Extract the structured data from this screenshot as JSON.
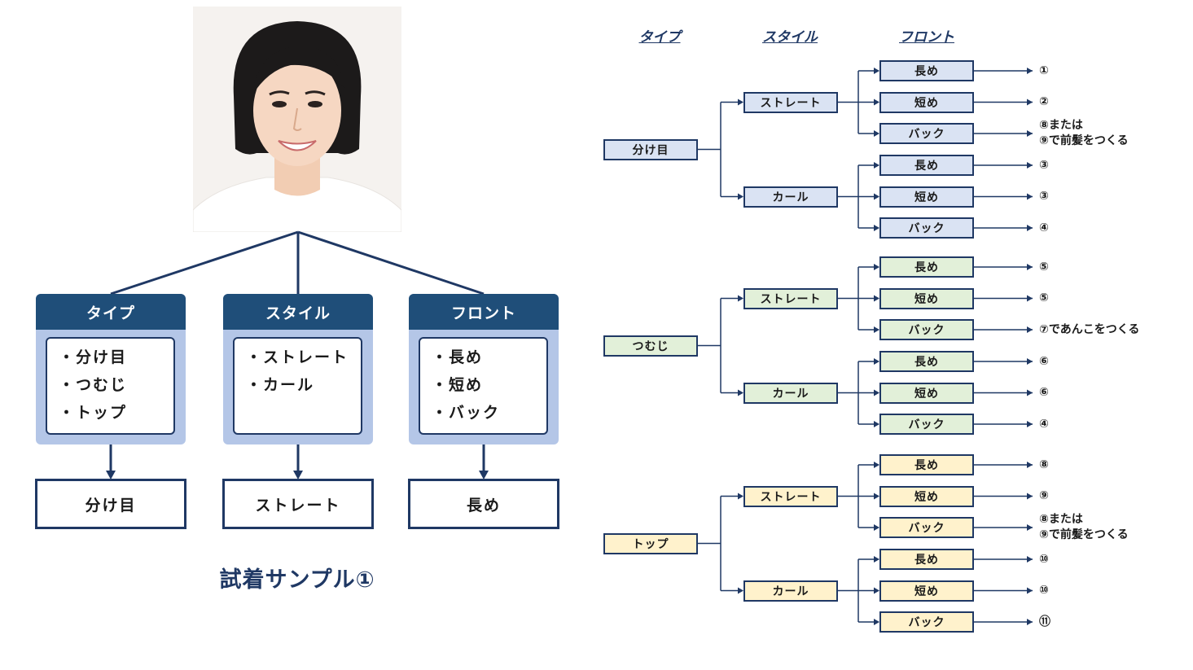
{
  "left_panel": {
    "categories": [
      {
        "title": "タイプ",
        "items": [
          "・分け目",
          "・つむじ",
          "・トップ"
        ]
      },
      {
        "title": "スタイル",
        "items": [
          "・ストレート",
          "・カール"
        ]
      },
      {
        "title": "フロント",
        "items": [
          "・長め",
          "・短め",
          "・バック"
        ]
      }
    ],
    "selections": [
      "分け目",
      "ストレート",
      "長め"
    ],
    "sample_title": "試着サンプル①"
  },
  "tree": {
    "headers": {
      "type": "タイプ",
      "style": "スタイル",
      "front": "フロント"
    },
    "groups": [
      {
        "type": "分け目",
        "color": "#dae3f3",
        "styles": [
          {
            "label": "ストレート",
            "fronts": [
              {
                "label": "長め",
                "result": "①"
              },
              {
                "label": "短め",
                "result": "②"
              },
              {
                "label": "バック",
                "result": "⑧または\n⑨で前髪をつくる"
              }
            ]
          },
          {
            "label": "カール",
            "fronts": [
              {
                "label": "長め",
                "result": "③"
              },
              {
                "label": "短め",
                "result": "③"
              },
              {
                "label": "バック",
                "result": "④"
              }
            ]
          }
        ]
      },
      {
        "type": "つむじ",
        "color": "#e2f0d9",
        "styles": [
          {
            "label": "ストレート",
            "fronts": [
              {
                "label": "長め",
                "result": "⑤"
              },
              {
                "label": "短め",
                "result": "⑤"
              },
              {
                "label": "バック",
                "result": "⑦であんこをつくる"
              }
            ]
          },
          {
            "label": "カール",
            "fronts": [
              {
                "label": "長め",
                "result": "⑥"
              },
              {
                "label": "短め",
                "result": "⑥"
              },
              {
                "label": "バック",
                "result": "④"
              }
            ]
          }
        ]
      },
      {
        "type": "トップ",
        "color": "#fff2cc",
        "styles": [
          {
            "label": "ストレート",
            "fronts": [
              {
                "label": "長め",
                "result": "⑧"
              },
              {
                "label": "短め",
                "result": "⑨"
              },
              {
                "label": "バック",
                "result": "⑧または\n⑨で前髪をつくる"
              }
            ]
          },
          {
            "label": "カール",
            "fronts": [
              {
                "label": "長め",
                "result": "⑩"
              },
              {
                "label": "短め",
                "result": "⑩"
              },
              {
                "label": "バック",
                "result": "⑪"
              }
            ]
          }
        ]
      }
    ]
  },
  "colors": {
    "navy": "#1f3864",
    "header_blue": "#1f4e79",
    "card_blue": "#b4c6e7"
  },
  "icons": {
    "portrait": "woman-portrait-photo"
  }
}
